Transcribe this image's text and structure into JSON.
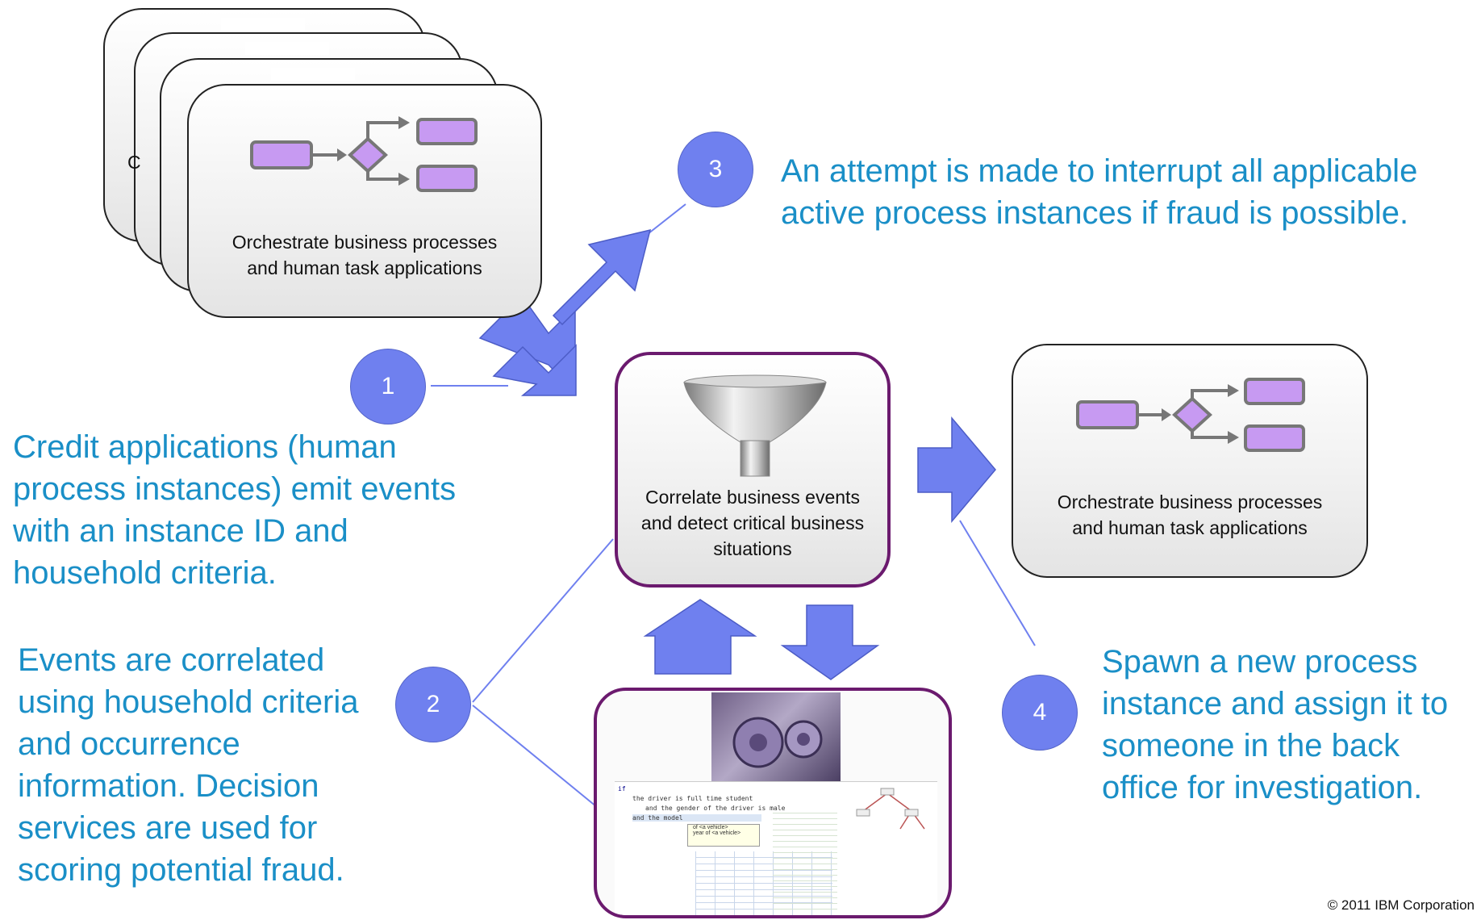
{
  "stack_card": {
    "label": "Orchestrate business processes\nand human task applications",
    "peek_text": "C"
  },
  "center_card": {
    "label": "Correlate business events\nand detect critical business\nsituations",
    "icon": "funnel-icon"
  },
  "right_card": {
    "label": "Orchestrate business processes\nand human task applications"
  },
  "steps": [
    {
      "number": "1",
      "text": "Credit applications (human process instances) emit events with an instance ID and household criteria."
    },
    {
      "number": "2",
      "text": "Events are correlated using household criteria and occurrence information.  Decision services are used for scoring potential fraud."
    },
    {
      "number": "3",
      "text": "An attempt is made to interrupt all applicable active process instances if fraud is possible."
    },
    {
      "number": "4",
      "text": "Spawn a new process instance and assign it to someone in the back office for investigation."
    }
  ],
  "rules_editor": {
    "code_lines": [
      "if",
      "the driver is full time student",
      "and the gender of the driver is male",
      "and the model"
    ],
    "suggestions": [
      "of <a vehicle>",
      "year of <a vehicle>"
    ]
  },
  "copyright": "© 2011 IBM Corporation",
  "colors": {
    "arrow_fill": "#6f80ef",
    "circle_fill": "#6f80ef",
    "callout_text": "#1a8fc7",
    "highlight_border": "#6b1a6e",
    "process_box": "#c79af2"
  }
}
